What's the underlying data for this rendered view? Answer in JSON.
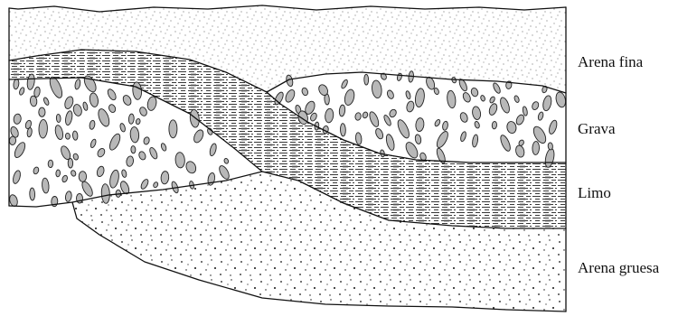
{
  "diagram": {
    "labels": [
      {
        "text": "Arena fina"
      },
      {
        "text": "Grava"
      },
      {
        "text": "Limo"
      },
      {
        "text": "Arena gruesa"
      }
    ]
  }
}
